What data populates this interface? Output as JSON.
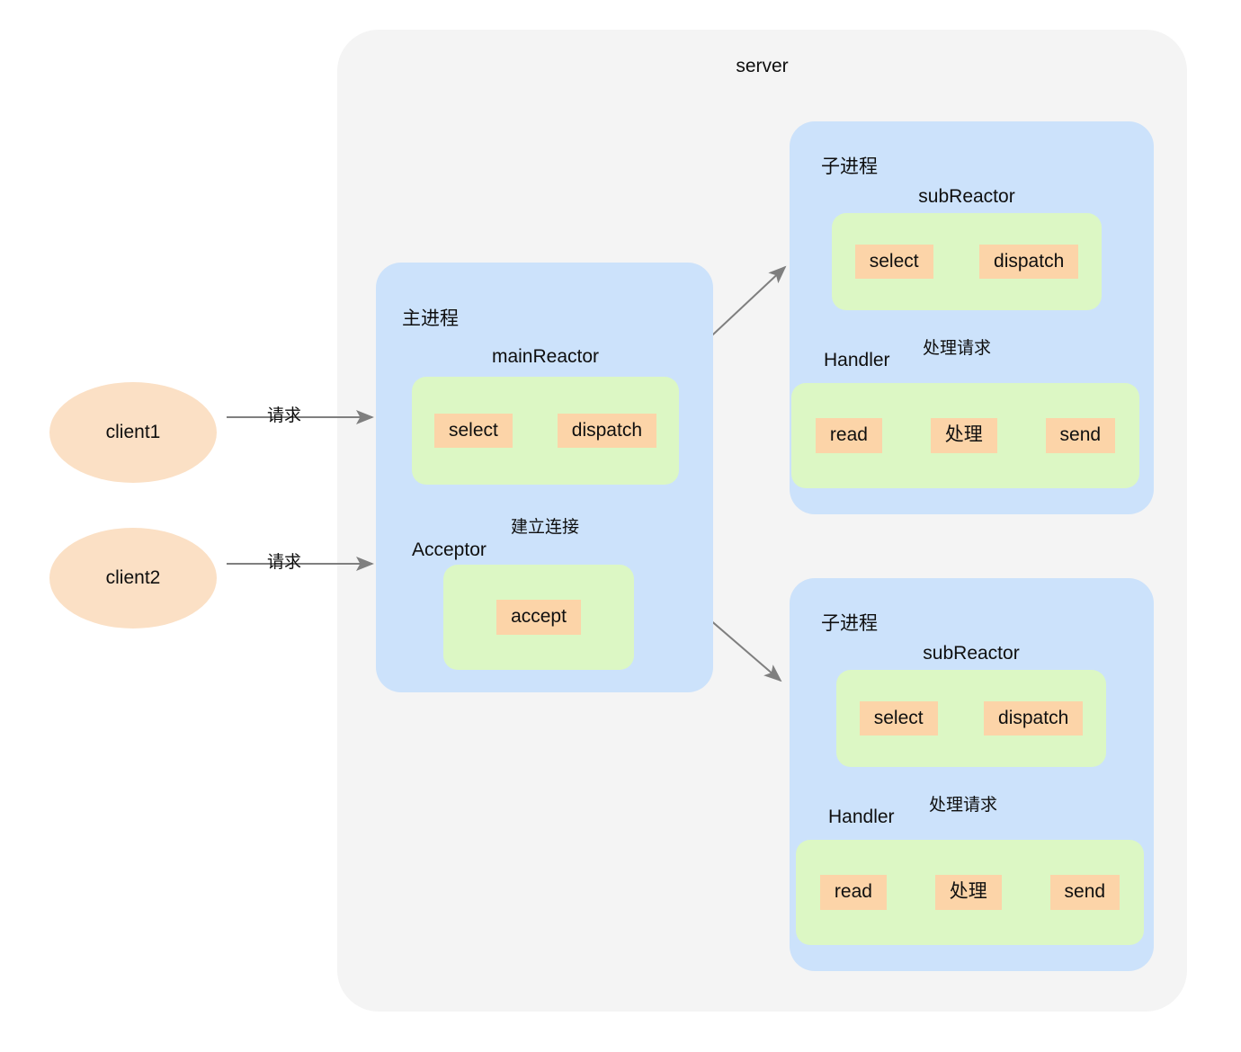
{
  "diagram": {
    "title": "server",
    "clients": [
      {
        "label": "client1",
        "edge_label": "请求"
      },
      {
        "label": "client2",
        "edge_label": "请求"
      }
    ],
    "main_process": {
      "process_label": "主进程",
      "reactor_caption": "mainReactor",
      "reactor_ops": [
        "select",
        "dispatch"
      ],
      "connect_edge_label": "建立连接",
      "acceptor_caption": "Acceptor",
      "acceptor_ops": [
        "accept"
      ]
    },
    "sub_processes": [
      {
        "process_label": "子进程",
        "reactor_caption": "subReactor",
        "reactor_ops": [
          "select",
          "dispatch"
        ],
        "handle_edge_label": "处理请求",
        "handler_caption": "Handler",
        "handler_ops": [
          "read",
          "处理",
          "send"
        ]
      },
      {
        "process_label": "子进程",
        "reactor_caption": "subReactor",
        "reactor_ops": [
          "select",
          "dispatch"
        ],
        "handle_edge_label": "处理请求",
        "handler_caption": "Handler",
        "handler_ops": [
          "read",
          "处理",
          "send"
        ]
      }
    ],
    "colors": {
      "server_bg": "#f4f4f4",
      "process_bg": "#cce2fb",
      "group_bg": "#dcf7c4",
      "chip_bg": "#fcd4a8",
      "client_bg": "#fbe0c5",
      "arrow": "#7f7f7f",
      "text": "#0f0f0f"
    }
  }
}
